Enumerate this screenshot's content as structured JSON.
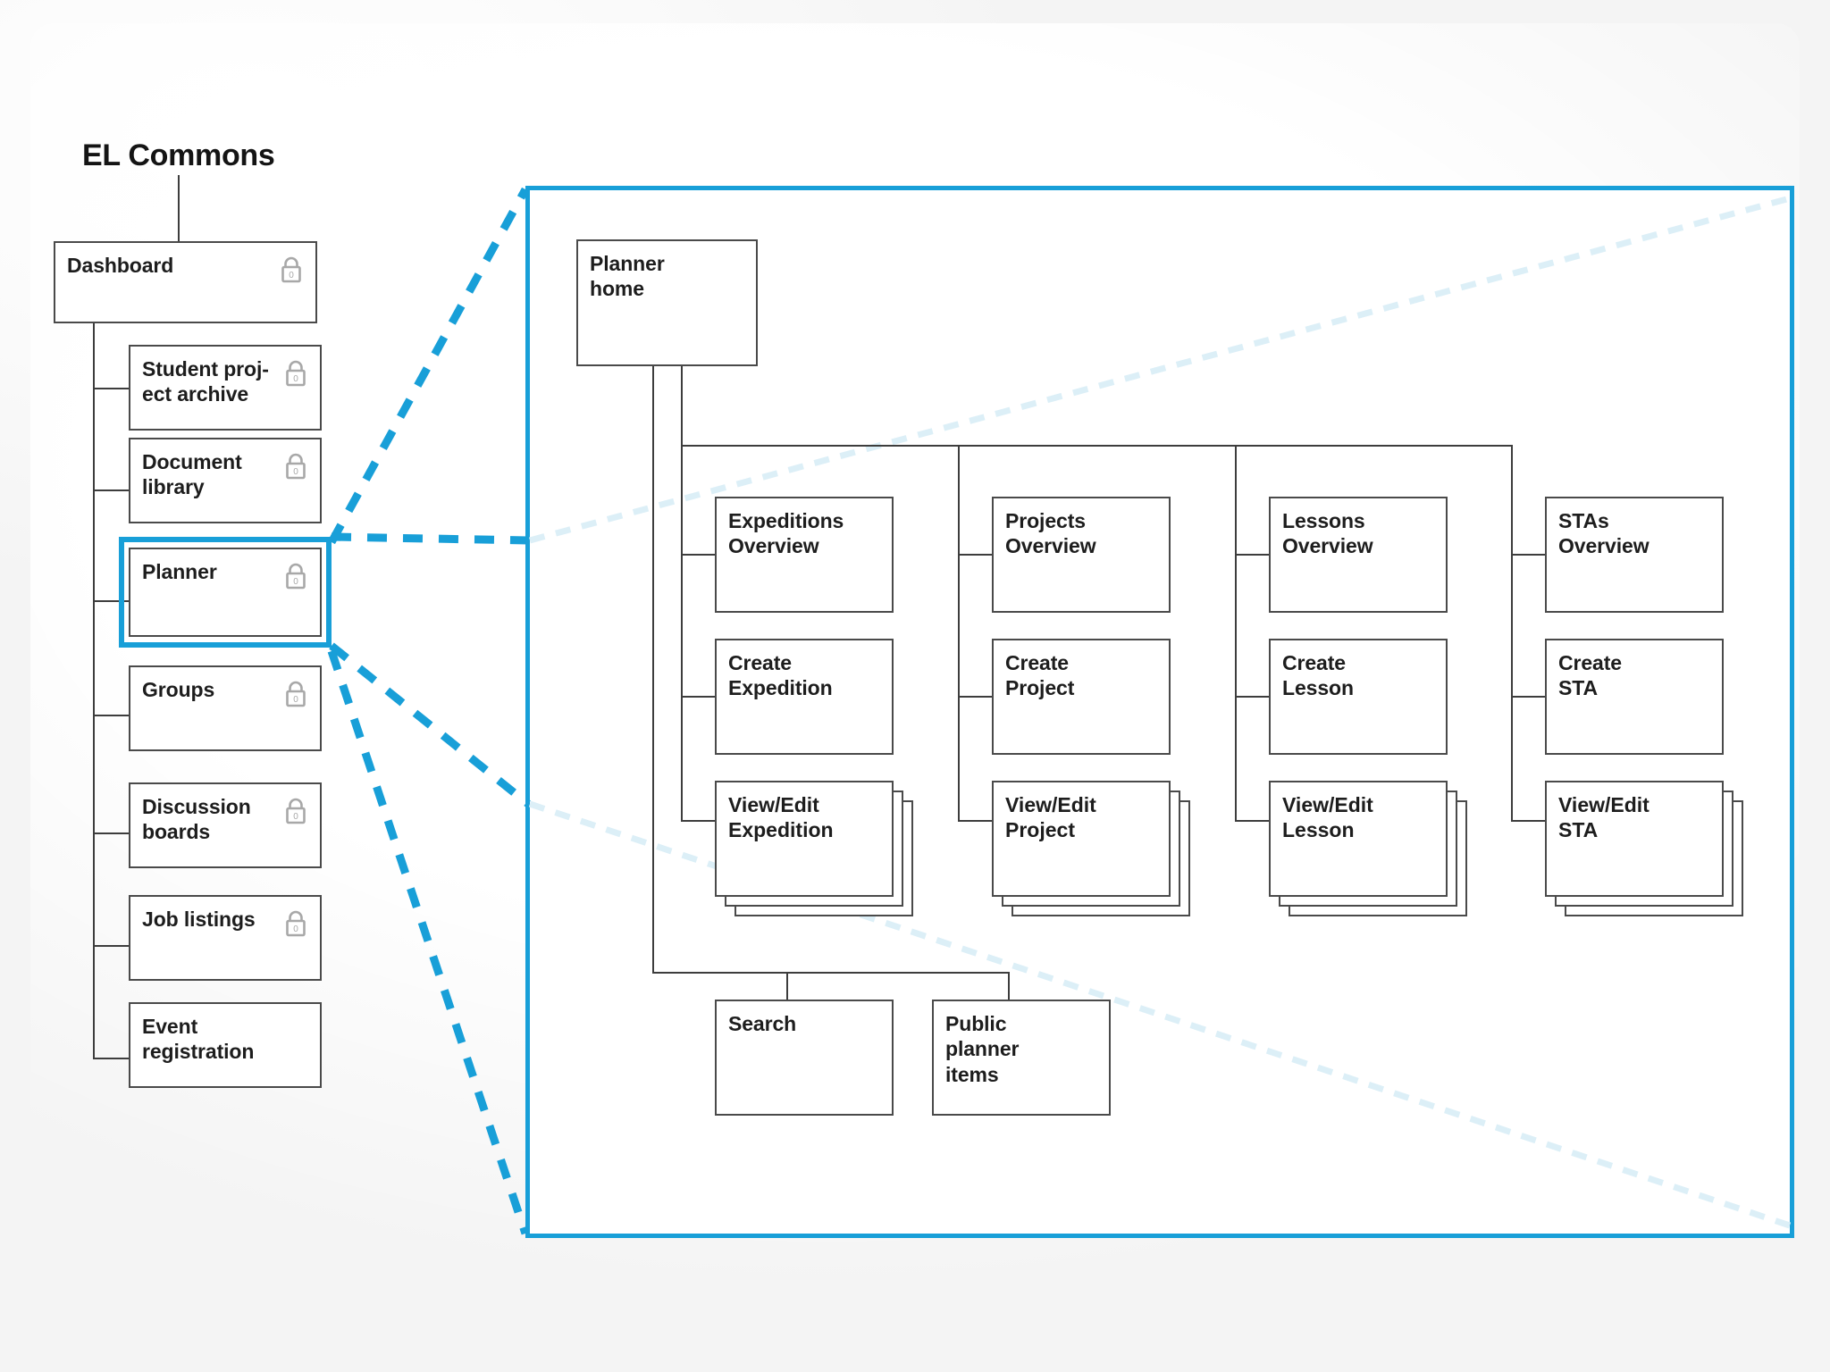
{
  "title": "EL Commons",
  "colors": {
    "accent": "#189FD8",
    "accent_faint": "#DCEFF7",
    "box_border": "#4a4a4a",
    "text": "#1d1d1d",
    "lock": "#a8a8a8"
  },
  "icons": {
    "lock": "lock-icon",
    "lock_glyph": "0"
  },
  "sidebar": {
    "root": {
      "label": "Dashboard",
      "locked": true
    },
    "items": [
      {
        "label": "Student proj-\nect archive",
        "locked": true
      },
      {
        "label": "Document\nlibrary",
        "locked": true
      },
      {
        "label": "Planner",
        "locked": true,
        "selected": true
      },
      {
        "label": "Groups",
        "locked": true
      },
      {
        "label": "Discussion\nboards",
        "locked": true
      },
      {
        "label": "Job listings",
        "locked": true
      },
      {
        "label": "Event\nregistration",
        "locked": false
      }
    ]
  },
  "detail": {
    "root": {
      "label": "Planner\nhome"
    },
    "columns": [
      {
        "name": "expeditions",
        "overview": "Expeditions\nOverview",
        "create": "Create\nExpedition",
        "viewedit": "View/Edit\nExpedition"
      },
      {
        "name": "projects",
        "overview": "Projects\nOverview",
        "create": "Create\nProject",
        "viewedit": "View/Edit\nProject"
      },
      {
        "name": "lessons",
        "overview": "Lessons\nOverview",
        "create": "Create\nLesson",
        "viewedit": "View/Edit\nLesson"
      },
      {
        "name": "stas",
        "overview": "STAs\nOverview",
        "create": "Create\nSTA",
        "viewedit": "View/Edit\nSTA"
      }
    ],
    "bottom": [
      {
        "label": "Search"
      },
      {
        "label": "Public\nplanner\nitems"
      }
    ]
  }
}
